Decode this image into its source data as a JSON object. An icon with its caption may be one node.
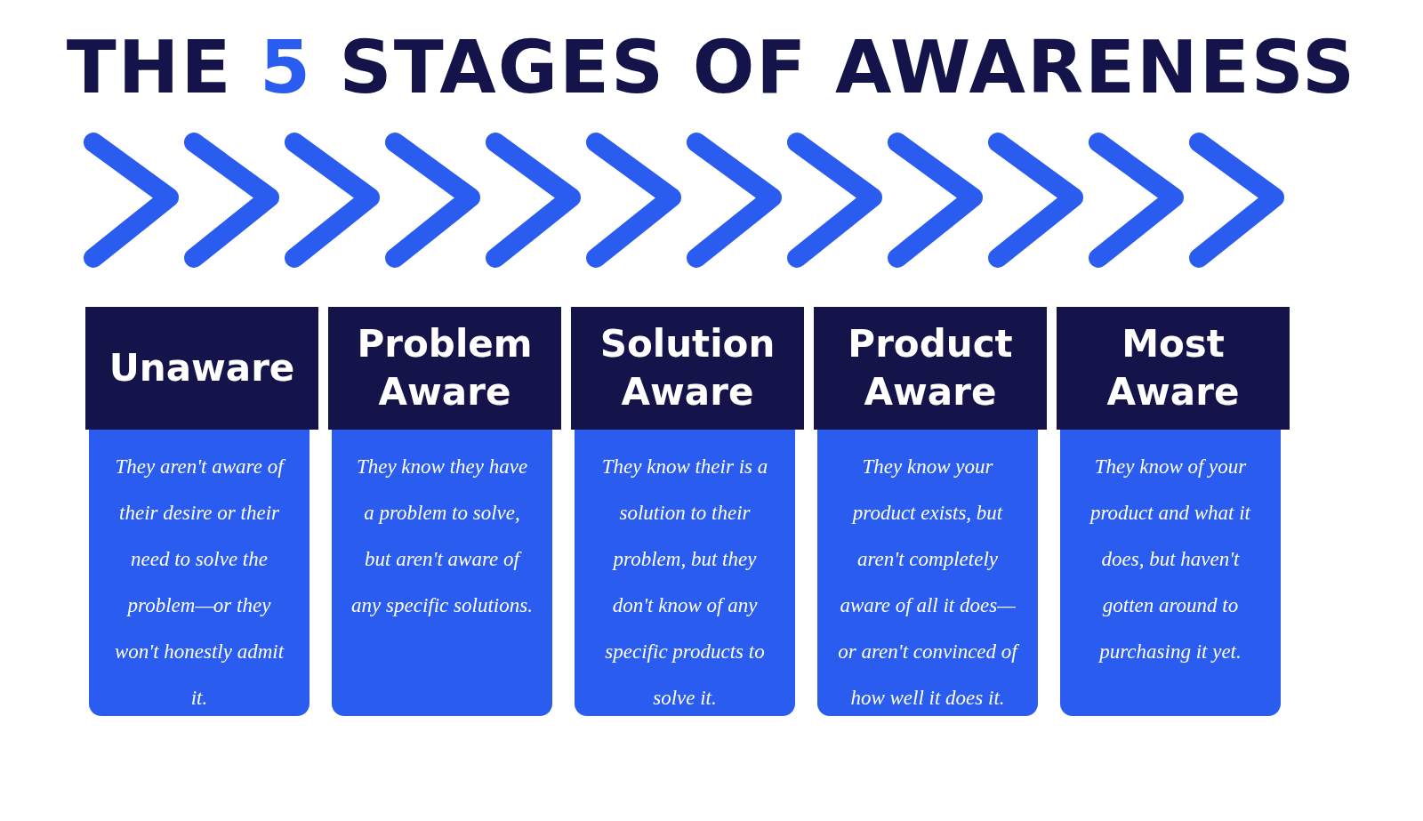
{
  "diagram": {
    "title": "THE 5 STAGES OF AWARENESS",
    "nodes": [
      {
        "text": [
          "Unaware",
          "They aren't aware of their desire or their need to solve the problem—or they won't honestly admit it."
        ]
      },
      {
        "text": [
          "Problem Aware",
          "They know they have a problem to solve, but aren't aware of any specific solutions."
        ]
      },
      {
        "text": [
          "Solution Aware",
          "They know their is a solution to their problem, but they don't know of any specific products to solve it."
        ]
      },
      {
        "text": [
          "Product Aware",
          "They know your product exists, but aren't completely aware of all it does—or aren't convinced of how well it does it."
        ]
      },
      {
        "text": [
          "Most Aware",
          "They know of your product and what it does, but haven't gotten around to purchasing it yet."
        ]
      }
    ]
  }
}
